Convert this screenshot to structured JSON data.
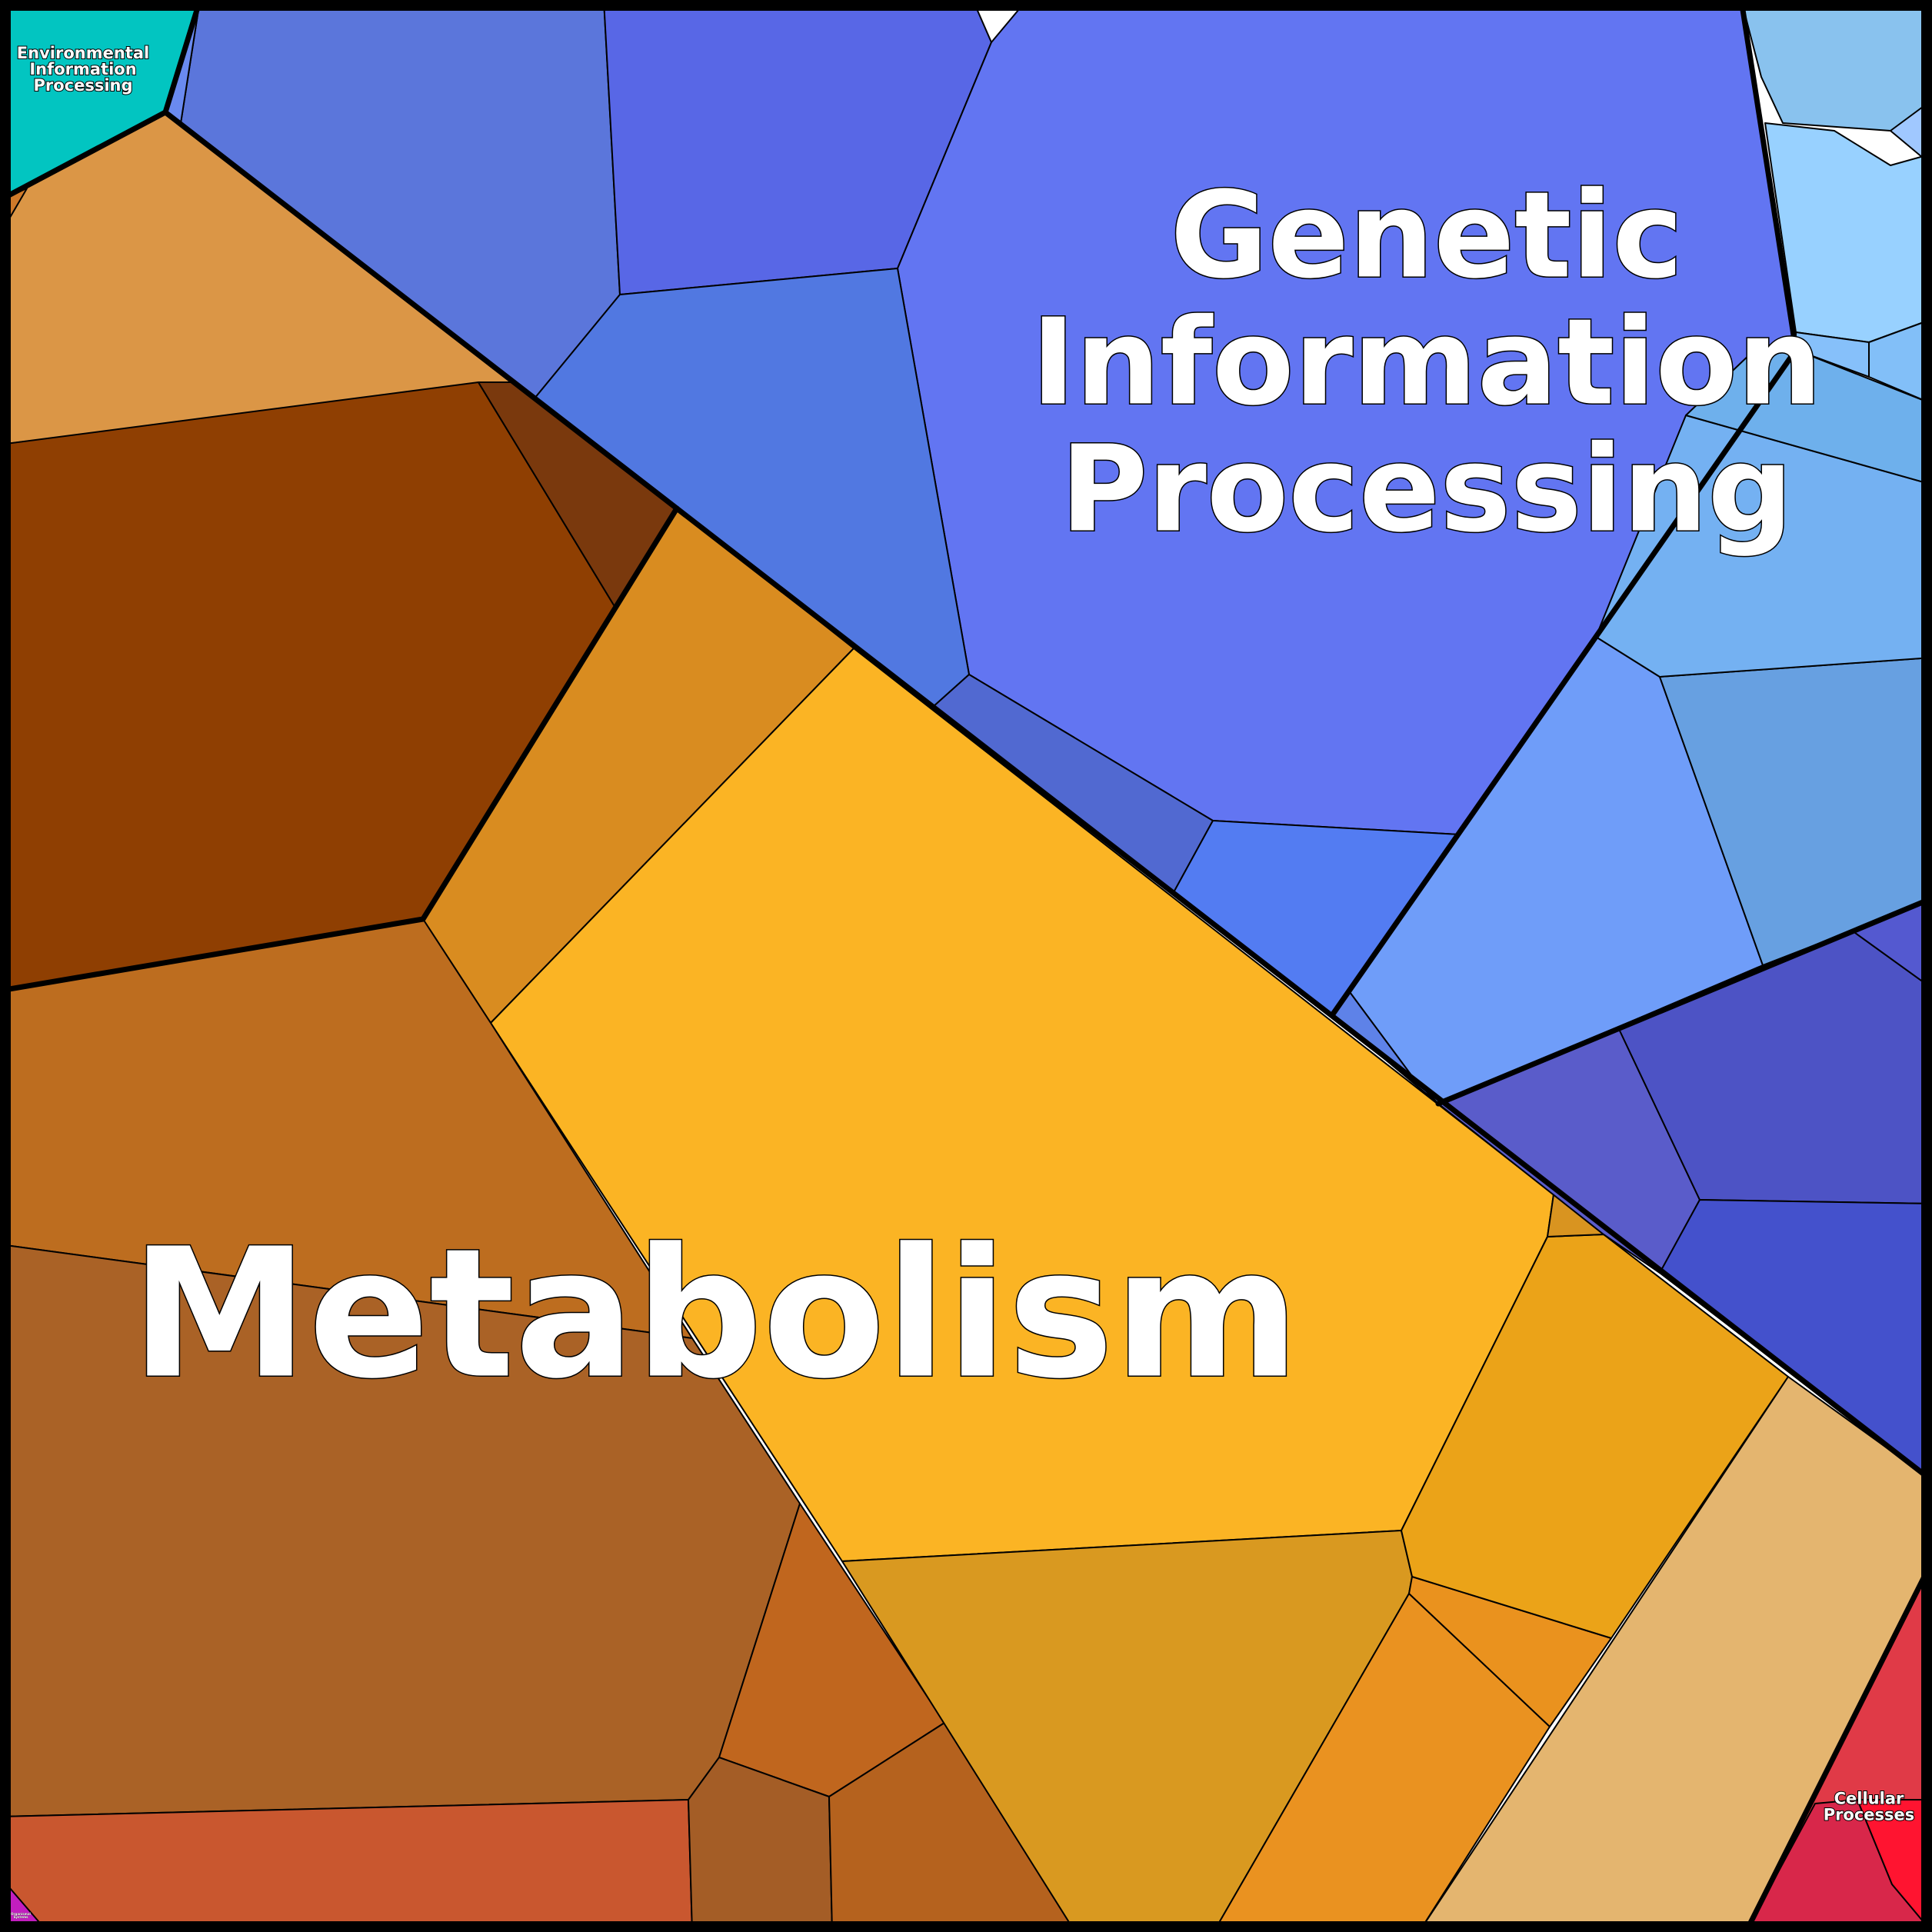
{
  "diagram": {
    "type": "voronoi-treemap",
    "categories": [
      {
        "id": "metabolism",
        "label": [
          "Metabolism"
        ],
        "color": "#FBB424"
      },
      {
        "id": "genetic",
        "label": [
          "Genetic",
          "Information",
          "Processing"
        ],
        "color": "#6275F2"
      },
      {
        "id": "environmental",
        "label": [
          "Environmental",
          "Information",
          "Processing"
        ],
        "color": "#02C5C1"
      },
      {
        "id": "cellular",
        "label": [
          "Cellular",
          "Processes"
        ],
        "color": "#E03A47"
      },
      {
        "id": "organismal",
        "label": [
          "Organismal",
          "Systems"
        ],
        "color": "#C21EBF"
      }
    ],
    "palette": {
      "border": "#000000",
      "label_text": "#FFFFFF",
      "metabolism_shades": [
        "#DB9646",
        "#8F3F02",
        "#7A390D",
        "#D98C20",
        "#FBB424",
        "#BD6D1F",
        "#AA6226",
        "#C9572F",
        "#C0661E",
        "#A45D26",
        "#B5621E",
        "#D99920",
        "#EA9220",
        "#EA921E",
        "#EBA318",
        "#E4B56F"
      ],
      "genetic_shades": [
        "#5B76DB",
        "#5867E6",
        "#6275F2",
        "#5178E1",
        "#5169D1",
        "#537CF2",
        "#6F9DF9",
        "#67A0E1",
        "#74B1F2",
        "#98D1FF",
        "#89C2EE",
        "#5A5CCA",
        "#4D53C5",
        "#4451CC"
      ]
    }
  }
}
